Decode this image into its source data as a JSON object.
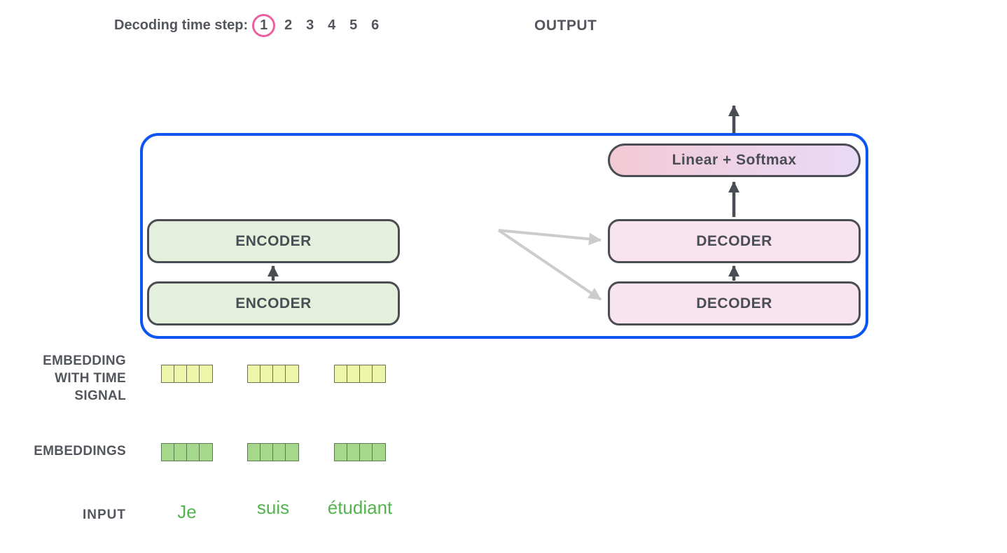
{
  "header": {
    "decoding_label": "Decoding time step:",
    "steps": [
      "1",
      "2",
      "3",
      "4",
      "5",
      "6"
    ],
    "active_step_index": 0,
    "output_label": "OUTPUT"
  },
  "diagram": {
    "encoder_stack": [
      "ENCODER",
      "ENCODER"
    ],
    "decoder_stack": [
      "DECODER",
      "DECODER"
    ],
    "linear_softmax_label": "Linear + Softmax"
  },
  "row_labels": {
    "embedding_time_signal_lines": [
      "EMBEDDING",
      "WITH TIME",
      "SIGNAL"
    ],
    "embeddings": "EMBEDDINGS",
    "input": "INPUT"
  },
  "embeddings": {
    "vector_count": 3,
    "cells_per_vector": 4
  },
  "input_words": [
    "Je",
    "suis",
    "étudiant"
  ],
  "colors": {
    "accent-blue": "#0d55f0",
    "step-circle-pink": "#ec5fa1",
    "encoder-fill": "#e4f0dc",
    "decoder-fill": "#f9e3ef",
    "linear-gradient-left": "#f2cad4",
    "linear-gradient-right": "#e9daf7",
    "time-signal-cell": "#edf5a9",
    "embedding-cell": "#a6d88b",
    "cell-border-yellow": "#6b7150",
    "cell-border-green": "#5e7a52",
    "input-word-green": "#53b34e",
    "ink": "#4a4d53",
    "label-ink": "#53565c",
    "arrow-gray": "#cccccc"
  }
}
